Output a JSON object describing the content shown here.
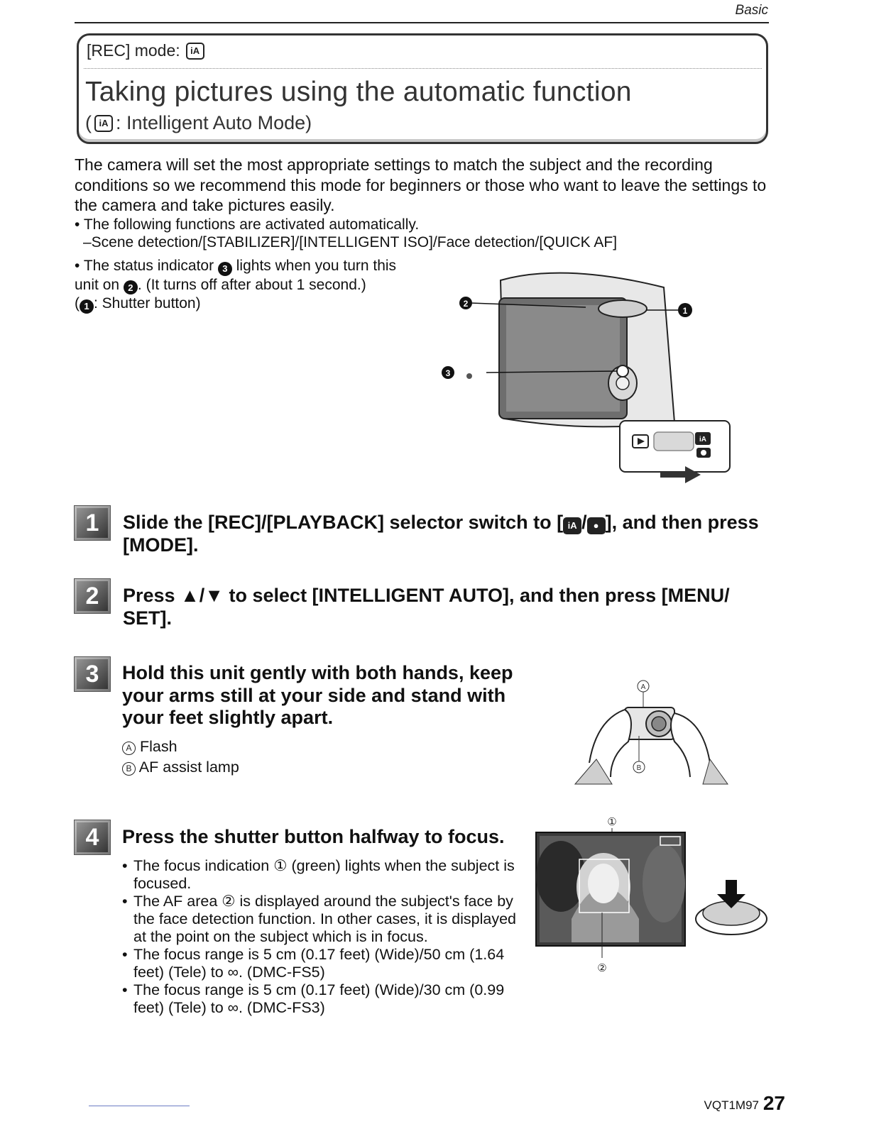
{
  "header": {
    "section": "Basic",
    "mode_label": "[REC] mode:",
    "mode_icon": "iA",
    "title": "Taking pictures using the automatic function",
    "subtitle_open": "(",
    "subtitle_icon": "iA",
    "subtitle_text": ": Intelligent Auto Mode)"
  },
  "intro": {
    "paragraph": "The camera will set the most appropriate settings to match the subject and the recording conditions so we recommend this mode for beginners or those who want to leave the settings to the camera and take pictures easily.",
    "bullet1": "The following functions are activated automatically.",
    "bullet1_sub": "–Scene detection/[STABILIZER]/[INTELLIGENT ISO]/Face detection/[QUICK AF]",
    "bullet2_a": "The status indicator",
    "bullet2_num1": "3",
    "bullet2_b": "lights when you turn this unit on",
    "bullet2_num2": "2",
    "bullet2_c": ". (It turns off after about 1 second.)",
    "bullet2_d_open": "(",
    "bullet2_num3": "1",
    "bullet2_d": ": Shutter button)"
  },
  "camera_figure": {
    "callout1": "1",
    "callout2": "2",
    "callout3": "3",
    "switch_icon_top": "iA"
  },
  "steps": [
    {
      "number": "1",
      "text_a": "Slide the [REC]/[PLAYBACK] selector switch to [",
      "icon": "iA",
      "text_b": "/",
      "text_c": "], and then press [MODE]."
    },
    {
      "number": "2",
      "text": "Press ▲/▼ to select [INTELLIGENT AUTO], and then press [MENU/ SET]."
    },
    {
      "number": "3",
      "text": "Hold this unit gently with both hands, keep your arms still at your side and stand with your feet slightly apart.",
      "legend": [
        {
          "mark": "A",
          "text": "Flash"
        },
        {
          "mark": "B",
          "text": "AF assist lamp"
        }
      ]
    },
    {
      "number": "4",
      "text": "Press the shutter button halfway to focus.",
      "bullets": [
        "The focus indication ① (green) lights when the subject is focused.",
        "The AF area ② is displayed around the subject's face by the face detection function. In other cases, it is displayed at the point on the subject which is in focus.",
        "The focus range is 5 cm (0.17 feet) (Wide)/50 cm (1.64 feet) (Tele) to ∞. (DMC-FS5)",
        "The focus range is 5 cm (0.17 feet) (Wide)/30 cm (0.99 feet) (Tele) to ∞. (DMC-FS3)"
      ]
    }
  ],
  "hands_figure": {
    "label_a": "A",
    "label_b": "B"
  },
  "focus_figure": {
    "label_1": "①",
    "label_2": "②"
  },
  "footer": {
    "code": "VQT1M97",
    "page": "27"
  }
}
